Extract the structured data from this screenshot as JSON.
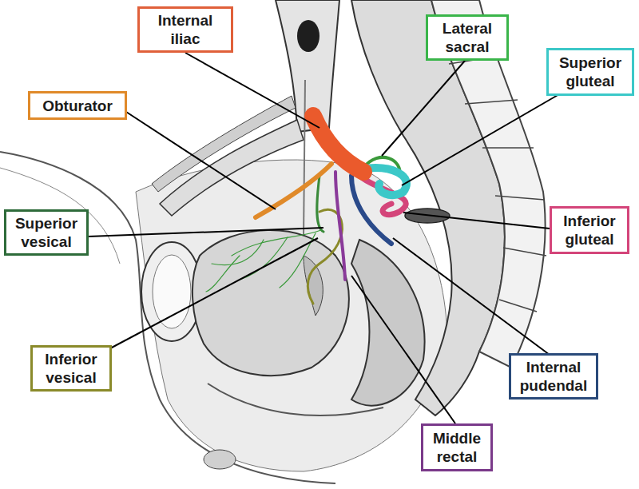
{
  "diagram": {
    "nodes": [
      {
        "text": [
          "Internal iliac"
        ]
      },
      {
        "text": [
          "Lateral sacral"
        ]
      },
      {
        "text": [
          "Superior gluteal"
        ]
      },
      {
        "text": [
          "Obturator"
        ]
      },
      {
        "text": [
          "Superior vesical"
        ]
      },
      {
        "text": [
          "Inferior gluteal"
        ]
      },
      {
        "text": [
          "Inferior vesical"
        ]
      },
      {
        "text": [
          "Internal pudendal"
        ]
      },
      {
        "text": [
          "Middle rectal"
        ]
      }
    ]
  }
}
